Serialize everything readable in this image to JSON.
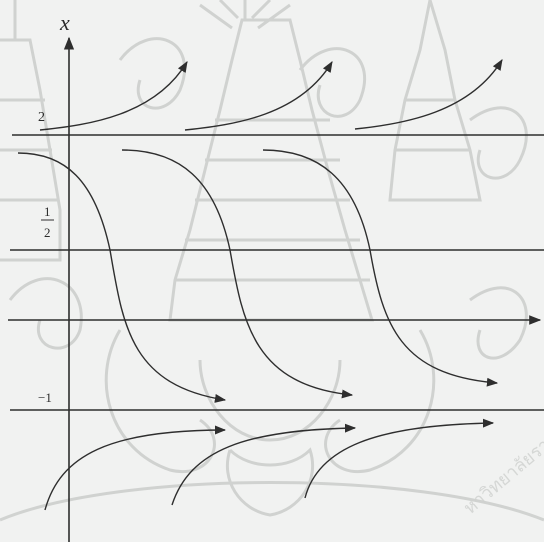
{
  "diagram": {
    "axis_label": "x",
    "equilibria": [
      {
        "label": "2",
        "value": 2
      },
      {
        "label_num": "1",
        "label_den": "2",
        "value": 0.5
      },
      {
        "label": "",
        "value": 0
      },
      {
        "label": "−1",
        "value": -1
      }
    ],
    "ink_color": "#2e2e2e",
    "watermark": {
      "description_kind": "seal",
      "colors": [
        "#c9cbc9",
        "#d3d5d3"
      ],
      "text": "หาวิทยาลัยรามคำแหง"
    }
  }
}
